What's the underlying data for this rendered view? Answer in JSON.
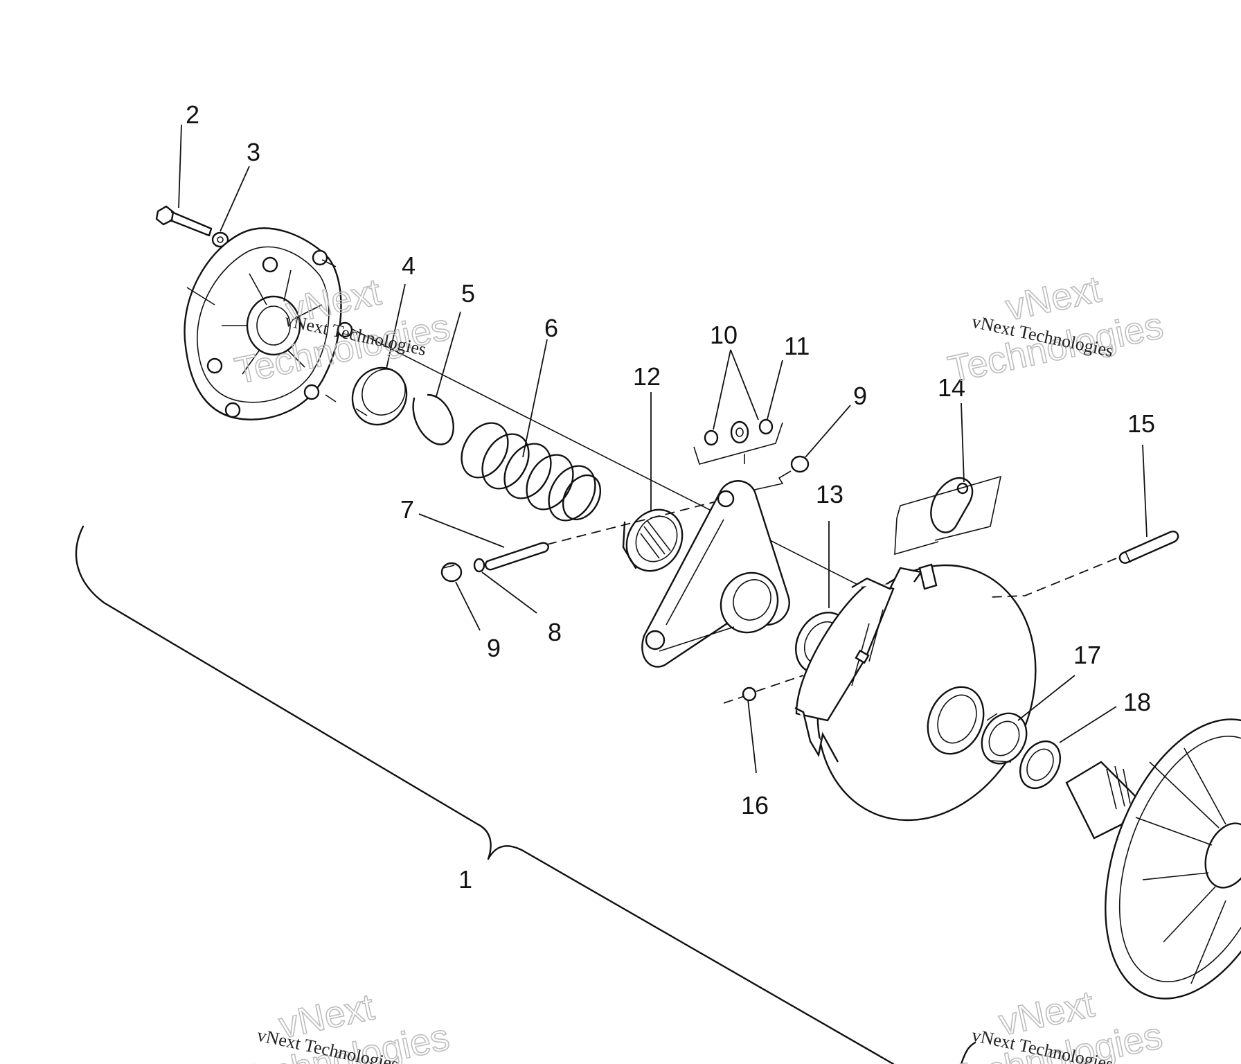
{
  "callouts": {
    "c1": "1",
    "c2": "2",
    "c3": "3",
    "c4": "4",
    "c5": "5",
    "c6": "6",
    "c7": "7",
    "c8": "8",
    "c9a": "9",
    "c9b": "9",
    "c10": "10",
    "c11": "11",
    "c12": "12",
    "c13": "13",
    "c14": "14",
    "c15": "15",
    "c16": "16",
    "c17": "17",
    "c18": "18"
  },
  "watermark": {
    "line1": "vNext",
    "line2": "Technologies",
    "small": "vNext Technologies"
  }
}
